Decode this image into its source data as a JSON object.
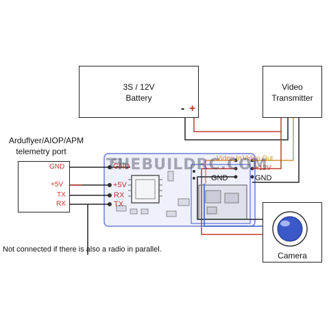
{
  "battery": {
    "line1": "3S / 12V",
    "line2": "Battery",
    "neg": "-",
    "pos": "+"
  },
  "transmitter": {
    "line1": "Video",
    "line2": "Transmitter"
  },
  "telemetry": {
    "title_line1": "Arduflyer/AIOP/APM",
    "title_line2": "telemetry port",
    "pins": [
      "GND",
      "+5V",
      "TX",
      "RX"
    ]
  },
  "board": {
    "left_pins": [
      "GND",
      "+5V",
      "RX",
      "TX"
    ],
    "video_in": "Video In",
    "video_out": "Video Out",
    "plus12v": "+12V",
    "gnd_left": "GND",
    "gnd_right": "GND",
    "watermark": "THEBUILDRC.COM"
  },
  "camera": {
    "label": "Camera"
  },
  "note": "Not connected if there is also a radio in parallel.",
  "colors": {
    "red": "#c0392b",
    "orange": "#d4903a",
    "blue": "#3a58c8",
    "board_border": "#6b7fd0",
    "board_fill": "#eef0fb"
  }
}
